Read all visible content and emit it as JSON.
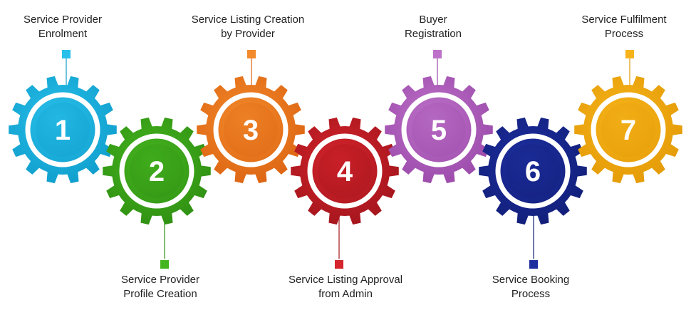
{
  "steps": [
    {
      "number": "1",
      "label_lines": [
        "Service Provider",
        "Enrolment"
      ],
      "color": "#29c0ea",
      "dark": "#0f9dcc",
      "label_pos": "top"
    },
    {
      "number": "2",
      "label_lines": [
        "Service Provider",
        "Profile Creation"
      ],
      "color": "#45b51f",
      "dark": "#2f8f12",
      "label_pos": "bottom"
    },
    {
      "number": "3",
      "label_lines": [
        "Service Listing Creation",
        "by Provider"
      ],
      "color": "#f38a2b",
      "dark": "#dc6412",
      "label_pos": "top"
    },
    {
      "number": "4",
      "label_lines": [
        "Service Listing Approval",
        "from Admin"
      ],
      "color": "#d5242c",
      "dark": "#a3151c",
      "label_pos": "bottom"
    },
    {
      "number": "5",
      "label_lines": [
        "Buyer",
        "Registration"
      ],
      "color": "#bd71c8",
      "dark": "#9b4aaa",
      "label_pos": "top"
    },
    {
      "number": "6",
      "label_lines": [
        "Service Booking",
        "Process"
      ],
      "color": "#1e2fa0",
      "dark": "#111e78",
      "label_pos": "bottom"
    },
    {
      "number": "7",
      "label_lines": [
        "Service Fulfilment",
        "Process"
      ],
      "color": "#f7b41a",
      "dark": "#e39a06",
      "label_pos": "top"
    }
  ]
}
